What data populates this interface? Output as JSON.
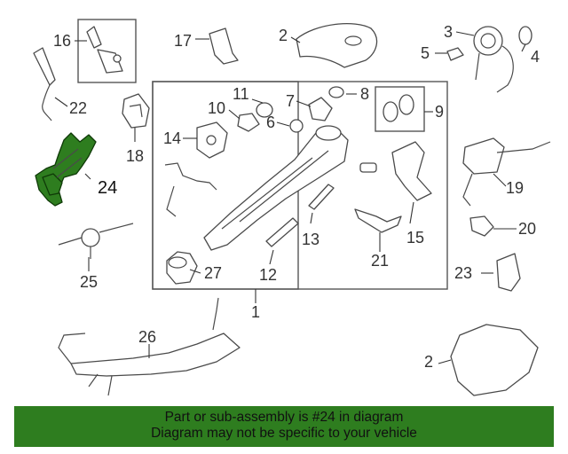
{
  "callouts": {
    "c1": "1",
    "c2a": "2",
    "c2b": "2",
    "c3": "3",
    "c4": "4",
    "c5": "5",
    "c6": "6",
    "c7": "7",
    "c8": "8",
    "c9": "9",
    "c10": "10",
    "c11": "11",
    "c12": "12",
    "c13": "13",
    "c14": "14",
    "c15": "15",
    "c16": "16",
    "c17": "17",
    "c18": "18",
    "c19": "19",
    "c20": "20",
    "c21": "21",
    "c22": "22",
    "c23": "23",
    "c24": "24",
    "c25": "25",
    "c26": "26",
    "c27": "27"
  },
  "highlight": {
    "part": "24",
    "color": "#2e7d1f"
  },
  "banner": {
    "line1": "Part or sub-assembly is #24 in diagram",
    "line2": "Diagram may not be specific to your vehicle",
    "background": "#2e7d1f"
  }
}
